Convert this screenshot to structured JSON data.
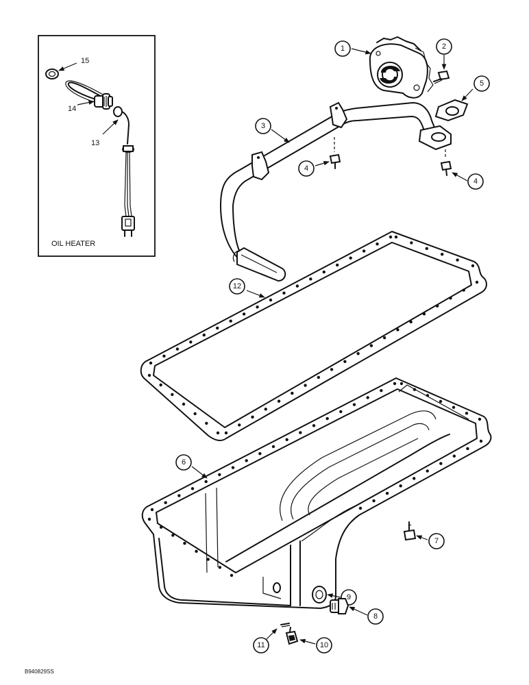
{
  "inset": {
    "caption": "OIL HEATER"
  },
  "reference_code": "B940829SS",
  "callouts": {
    "c1": "1",
    "c2": "2",
    "c3": "3",
    "c4a": "4",
    "c4b": "4",
    "c5": "5",
    "c6": "6",
    "c7": "7",
    "c8": "8",
    "c9": "9",
    "c10": "10",
    "c11": "11",
    "c12": "12",
    "c13": "13",
    "c14": "14",
    "c15": "15"
  },
  "colors": {
    "ink": "#111111",
    "paper": "#ffffff"
  }
}
